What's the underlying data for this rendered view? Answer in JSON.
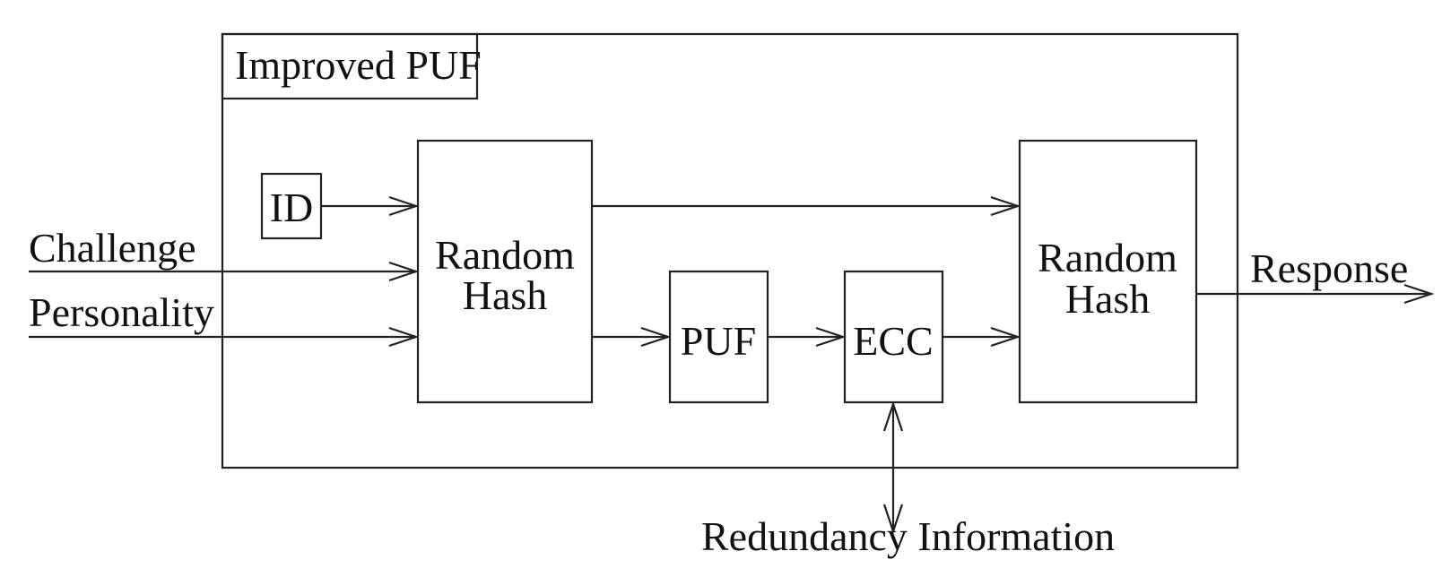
{
  "diagram": {
    "container_label": "Improved PUF",
    "blocks": {
      "id": "ID",
      "hash_in": [
        "Random",
        "Hash"
      ],
      "puf": "PUF",
      "ecc": "ECC",
      "hash_out": [
        "Random",
        "Hash"
      ]
    },
    "inputs": {
      "challenge": "Challenge",
      "personality": "Personality"
    },
    "outputs": {
      "response": "Response",
      "redundancy": "Redundancy Information"
    }
  }
}
